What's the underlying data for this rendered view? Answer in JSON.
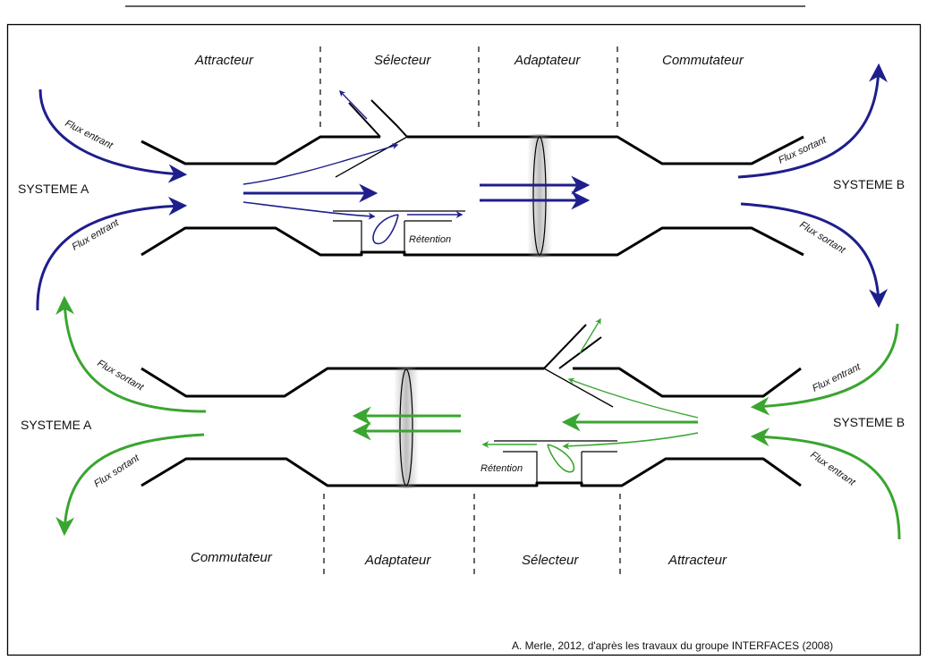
{
  "colors": {
    "upper_flow": "#1e1e8c",
    "lower_flow": "#3aa530",
    "pipe": "#000000"
  },
  "upper": {
    "zones": [
      "Attracteur",
      "Sélecteur",
      "Adaptateur",
      "Commutateur"
    ],
    "system_left": "SYSTEME A",
    "system_right": "SYSTEME B",
    "flux_in": "Flux entrant",
    "flux_out": "Flux sortant",
    "retention": "Rétention"
  },
  "lower": {
    "zones": [
      "Commutateur",
      "Adaptateur",
      "Sélecteur",
      "Attracteur"
    ],
    "system_left": "SYSTEME A",
    "system_right": "SYSTEME B",
    "flux_in": "Flux entrant",
    "flux_out": "Flux sortant",
    "retention": "Rétention"
  },
  "credit": "A. Merle, 2012, d'après les travaux du groupe INTERFACES (2008)"
}
